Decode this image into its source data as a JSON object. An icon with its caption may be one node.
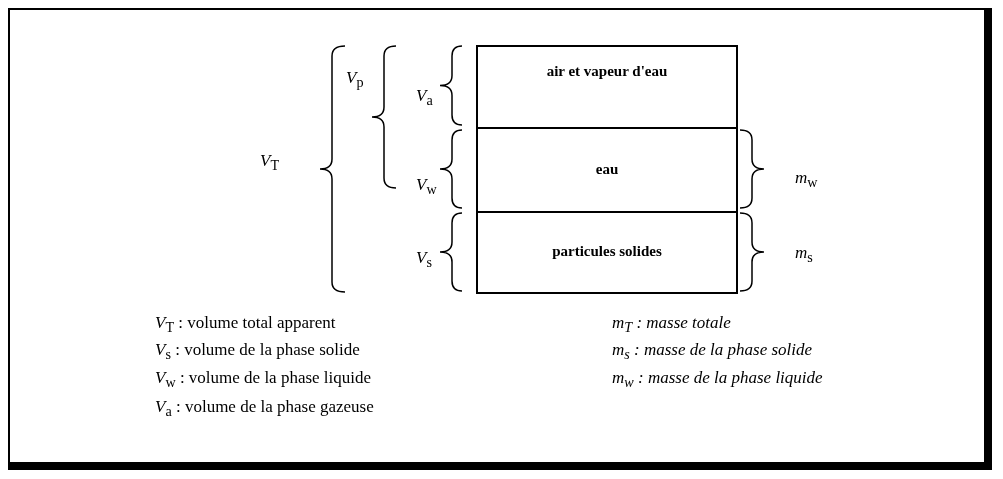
{
  "diagram": {
    "nodes": [
      {
        "text": [
          "air et vapeur d'eau"
        ]
      },
      {
        "text": [
          "eau"
        ]
      },
      {
        "text": [
          "particules solides"
        ]
      }
    ],
    "edges": [],
    "labels": [
      "*V*$_{T}$",
      "*V*$_{p}$",
      "*V*$_{a}$",
      "*V*$_{w}$",
      "*V*$_{s}$",
      "*m*$_{w}$",
      "*m*$_{s}$",
      "*V*$_{T}$ : volume total apparent",
      "m$_{T}$ : masse totale",
      "*V*$_{s}$ : volume de la phase solide",
      "m$_{s}$ : masse de la phase solide",
      "*V*$_{w}$ : volume de la phase liquide",
      "m$_{w}$ : masse de la phase liquide",
      "*V*$_{a}$ : volume de la phase gazeuse"
    ]
  }
}
